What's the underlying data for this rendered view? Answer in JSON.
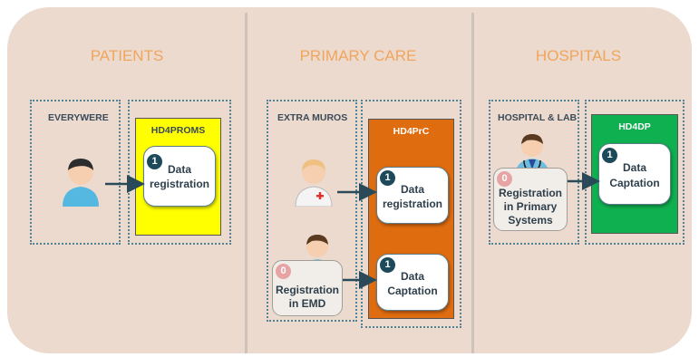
{
  "columns": [
    {
      "title": "PATIENTS",
      "source_label": "EVERYWERE",
      "system_name": "HD4PROMS",
      "steps": [
        {
          "badge": "1",
          "line1": "Data",
          "line2": "registration"
        }
      ]
    },
    {
      "title": "PRIMARY CARE",
      "source_label": "EXTRA MUROS",
      "system_name": "HD4PrC",
      "steps": [
        {
          "badge": "1",
          "line1": "Data",
          "line2": "registration"
        },
        {
          "badge": "1",
          "line1": "Data",
          "line2": "Captation"
        }
      ],
      "source_step": {
        "badge": "0",
        "line1": "Registration",
        "line2": "in EMD"
      }
    },
    {
      "title": "HOSPITALS",
      "source_label": "HOSPITAL & LAB",
      "system_name": "HD4DP",
      "steps": [
        {
          "badge": "1",
          "line1": "Data",
          "line2": "Captation"
        }
      ],
      "source_step": {
        "badge": "0",
        "line1": "Registration",
        "line2": "in Primary",
        "line3": "Systems"
      }
    }
  ],
  "colors": {
    "background": "#ecdace",
    "heading": "#f0a55c",
    "hd4proms": "#ffff00",
    "hd4prc": "#e06c10",
    "hd4dp": "#0fb04f",
    "dotted_border": "#4f8294",
    "badge_dark": "#1d4a5a",
    "badge_light": "#e7a4a4"
  },
  "icons": [
    "patient-icon",
    "doctor-icon",
    "doctor-stethoscope-icon"
  ]
}
